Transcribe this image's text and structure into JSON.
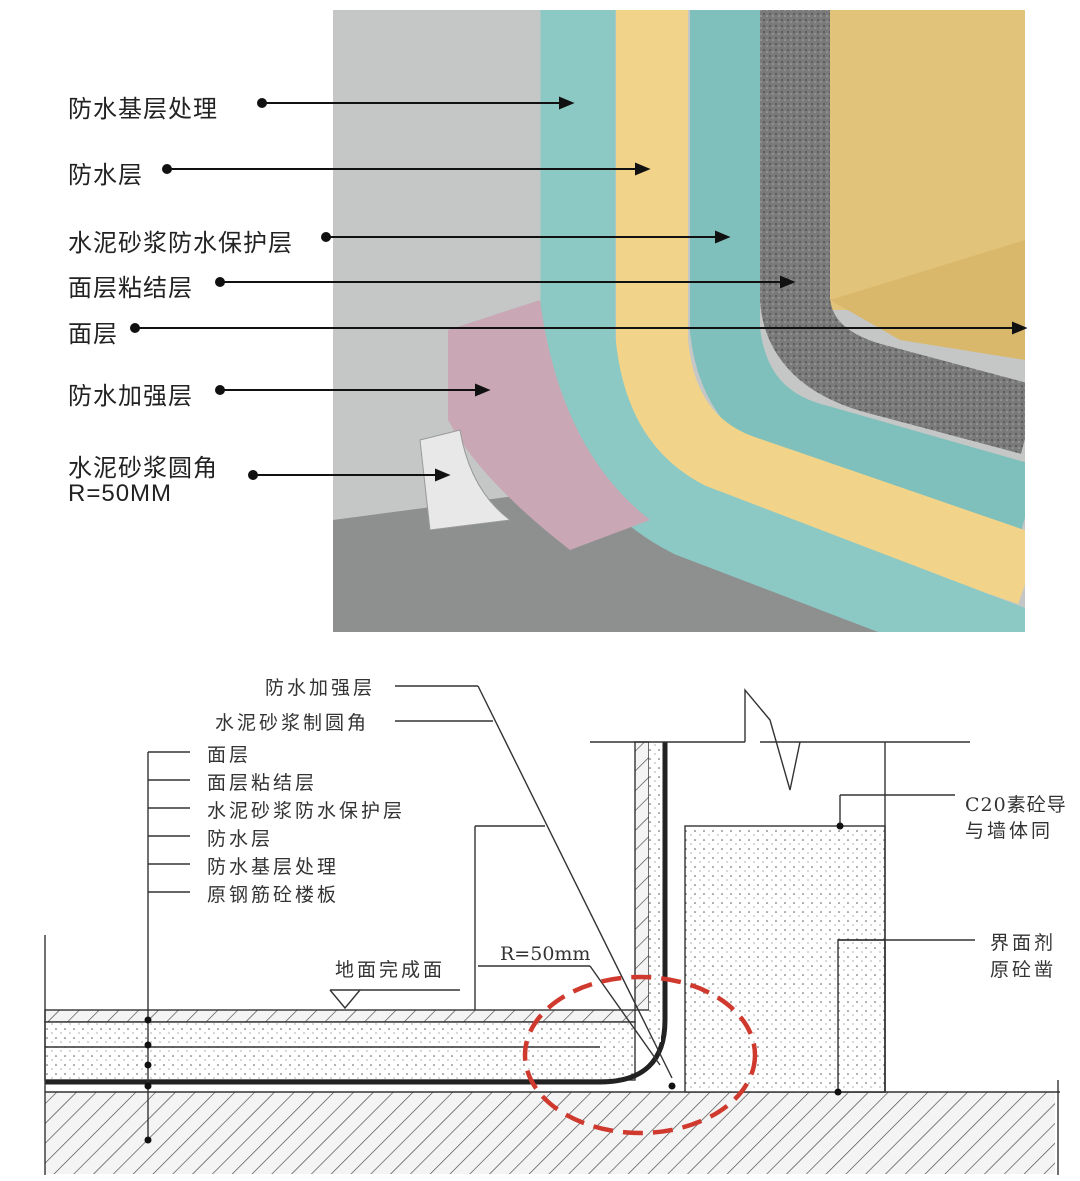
{
  "top_illustration": {
    "labels": [
      "防水基层处理",
      "防水层",
      "水泥砂浆防水保护层",
      "面层粘结层",
      "面层",
      "防水加强层",
      "水泥砂浆圆角"
    ],
    "radius_note": "R=50MM",
    "colors": {
      "teal": "#8cc8c4",
      "yellow": "#f1d48a",
      "concrete": "#c9cbcb",
      "mortar": "#7b7b7b",
      "wood": "#e2c37a",
      "reinforce": "#c9a7b4"
    }
  },
  "section_drawing": {
    "left_labels": [
      "面层",
      "面层粘结层",
      "水泥砂浆防水保护层",
      "防水层",
      "防水基层处理",
      "原钢筋砼楼板"
    ],
    "corner_labels": [
      "防水加强层",
      "水泥砂浆制圆角"
    ],
    "floor_finish": "地面完成面",
    "radius": "R=50mm",
    "right_labels": [
      "C20素砼导",
      "与墙体同",
      "界面剂",
      "原砼凿"
    ],
    "highlight_color": "#d03a2e"
  }
}
